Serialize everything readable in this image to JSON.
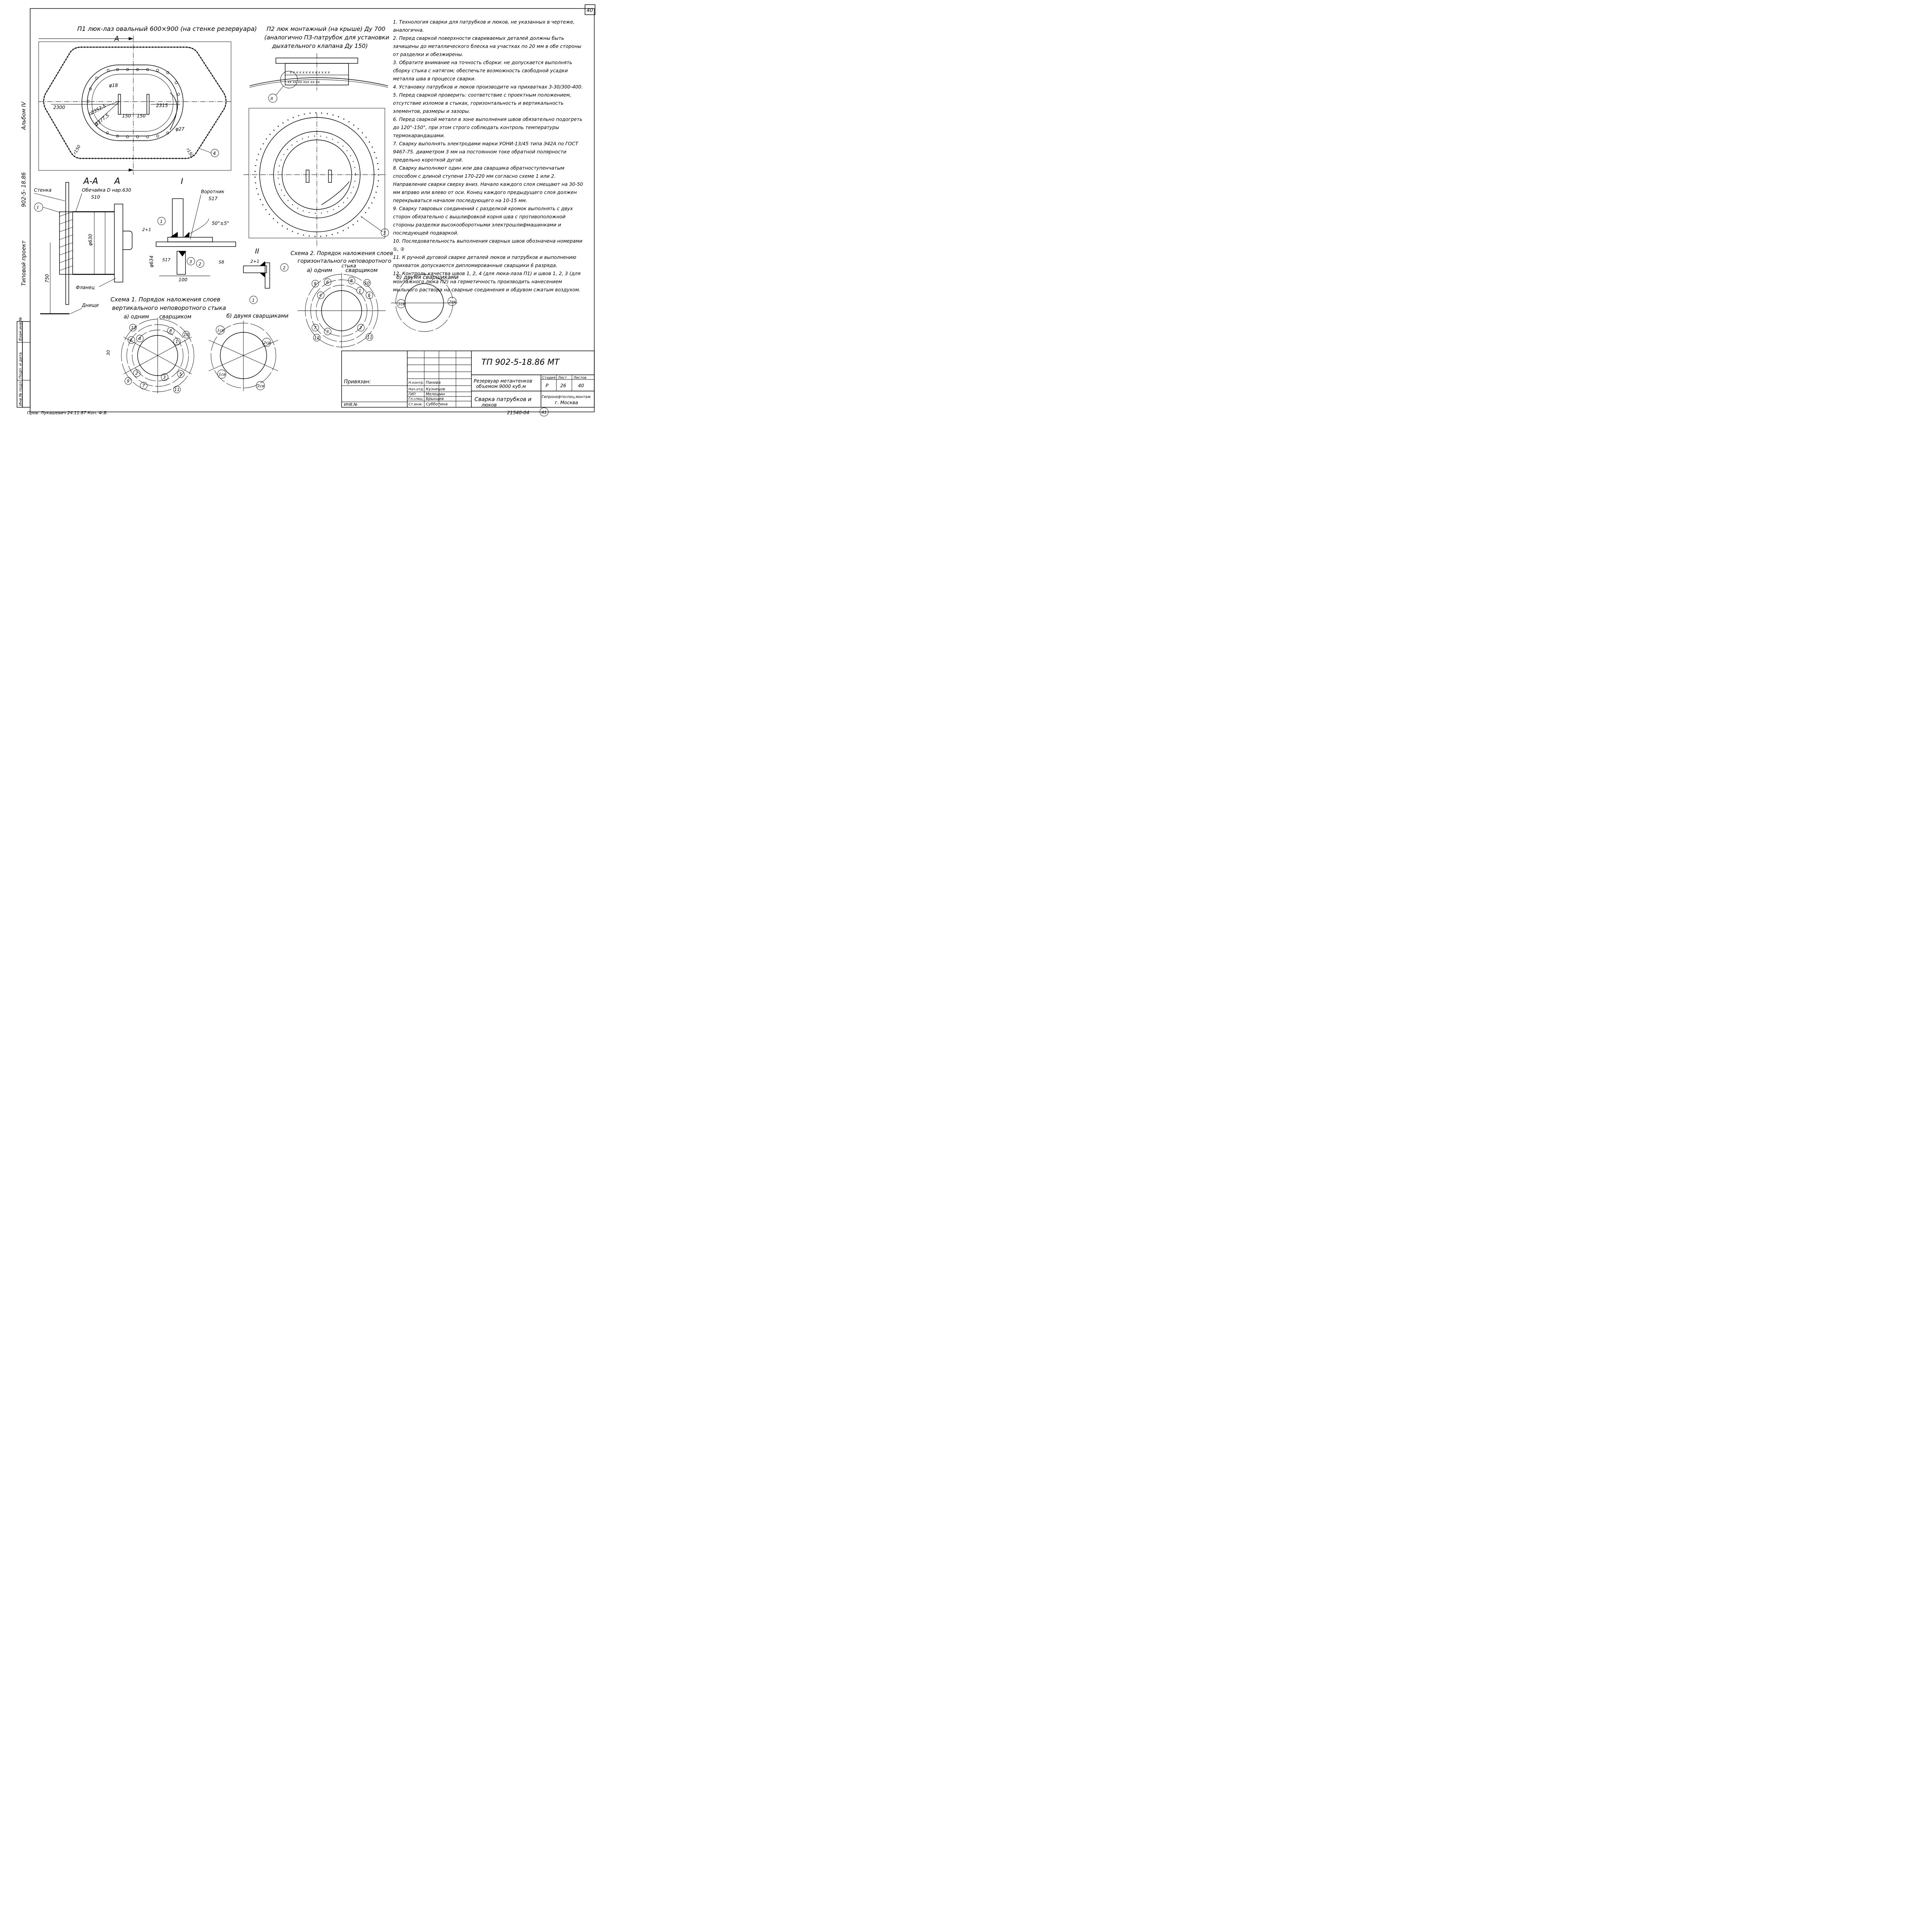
{
  "sheet_corner_number": "40",
  "sheet_bottom_number": "41",
  "album": "Альбом IV",
  "typical_project": "Типовой проект",
  "project_code": "902-5- 18.86",
  "views": {
    "p1_title": "П1 люк-лаз овальный 600×900 (на стенке резервуара)",
    "p2_title_line1": "П2 люк монтажный (на крыше) Ду 700",
    "p2_title_line2": "(аналогично П3-патрубок для установки",
    "p2_title_line3": "дыхательного клапана Ду 150)",
    "p1_dims": {
      "d1": "2300",
      "d2": "2352,5",
      "d3": "2377,5",
      "d4": "2315",
      "d5": "150",
      "d6": "150",
      "d7": "φ18",
      "d8": "φ27",
      "r1": "r150",
      "r2": "r150",
      "section_mark": "А"
    },
    "weld_numbers": {
      "four": "4",
      "three": "3",
      "one": "1",
      "two": "2"
    },
    "section_aa": {
      "title": "А-А",
      "mark": "А",
      "stenka": "Стенка",
      "obechaika": "Обечайка D нар.630",
      "obechaika_s": "S10",
      "flanec": "Фланец",
      "dnishe": "Днище",
      "phi630": "φ630",
      "phi634": "φ634",
      "h750": "750",
      "node_mark": "I"
    },
    "node_i": {
      "title": "I",
      "vorotnik": "Воротник",
      "vorotnik_s": "S17",
      "angle": "50°±5°",
      "gap": "2+1",
      "s17": "S17",
      "s8": "S8",
      "len": "100"
    },
    "node_ii": {
      "title": "II",
      "gap": "2+1"
    },
    "p2_node_mark": "II"
  },
  "scheme1": {
    "title_line1": "Схема 1. Порядок наложения слоев",
    "title_line2": "вертикального неповоротного стыка",
    "one_label": "а) одним",
    "one_label2": "сварщиком",
    "two_label": "б) двумя сварщиками",
    "angle": "30",
    "one_numbers": [
      "12",
      "6",
      "4",
      "2",
      "7",
      "9",
      "8",
      "10",
      "1",
      "3",
      "5",
      "11"
    ],
    "two_numbers": [
      "1св",
      "2св",
      "1св",
      "2св"
    ]
  },
  "scheme2": {
    "title_line1": "Схема 2. Порядок наложения слоев",
    "title_line2": "горизонтального неповоротного",
    "title_line3": "стыка",
    "one_label": "а) одним",
    "one_label2": "сварщиком",
    "two_label": "б) двумя сварщиками",
    "one_numbers": [
      "9",
      "6",
      "4",
      "7",
      "12",
      "3",
      "5",
      "8",
      "10",
      "1",
      "2",
      "11"
    ],
    "two_numbers": [
      "1св",
      "2св"
    ]
  },
  "notes": [
    "1. Технология сварки для патрубков и люков, не указанных в чертеже, аналогична.",
    "2. Перед сваркой поверхности свариваемых деталей должны быть зачищены до металлического блеска на участках по 20 мм в обе стороны от разделки и обезжирены.",
    "3. Обратите внимание на точность сборки: не допускается выполнять сборку стыка с натягом; обеспечьте возможность свободной усадки металла шва в процессе сварки.",
    "4. Установку патрубков и люков производите на прихватках 3-30/300-400.",
    "5. Перед сваркой проверить: соответствие с проектным положением, отсутствие изломов в стыках, горизонтальность и вертикальность элементов, размеры и зазоры.",
    "6. Перед сваркой металл в зоне выполнения швов обязательно подогреть до 120°-150°, при этом строго соблюдать контроль температуры термокарандашами.",
    "7. Сварку выполнять электродами марки УОНИ-13/45 типа Э42А по ГОСТ 9467-75. диаметром 3 мм на постоянном токе обратной полярности предельно короткой дугой.",
    "8. Сварку выполняют один или два сварщика обратноступенчатым способом с длиной ступени 170-220 мм согласно схеме 1 или 2. Направление сварки сверху вниз. Начало каждого слоя смещают на 30-50 мм вправо или влево от оси. Конец каждого предыдущего слоя должен перекрываться началом последующего на 10-15 мм.",
    "9. Сварку тавровых соединений с разделкой кромок выполнять с двух сторон обязательно с вышлифовкой корня шва с противоположной стороны разделки высокооборотными электрошлифмашинками и последующей подваркой.",
    "10. Последовательность выполнения сварных швов обозначена номерами ①, ②",
    "11. К ручной дуговой сварке деталей люков и патрубков и выполнению прихваток допускаются дипломированные сварщики 6 разряда.",
    "12. Контроль качества швов 1, 2, 4 (для люка-лаза П1) и швов 1, 2, 3 (для монтажного люка П2) на герметичность производить нанесением мыльного раствора на сварные соединения и обдувом сжатым воздухом."
  ],
  "title_block": {
    "code": "ТП 902-5-18.86 МТ",
    "privyazan": "Привязан:",
    "inv": "ИНВ.№",
    "roles": [
      "Н.контр.",
      "Нач.отд.",
      "ГИП",
      "Гл.спец.",
      "Ст.инж."
    ],
    "names": [
      "Панова",
      "Кузнецов",
      "Мелешин",
      "Брынцев",
      "Субботина"
    ],
    "object_line1": "Резервуар метантенков",
    "object_line2": "объемом 9000 куб.м",
    "drawing_line1": "Сварка патрубков и",
    "drawing_line2": "люков",
    "stage_head": "Стадия",
    "sheet_head": "Лист",
    "sheets_head": "Листов",
    "stage": "Р",
    "sheet": "26",
    "sheets": "40",
    "org_line1": "Гипронефтеспец.монтаж",
    "org_line2": "г. Москва",
    "archive": "21540-04"
  },
  "left_strip": [
    "Инв.№ подл.",
    "Подп. и дата",
    "Взам.инв.№"
  ],
  "bottom_sign": "Пров. Лукашевич 24.11.87 Коп. Ф.В."
}
